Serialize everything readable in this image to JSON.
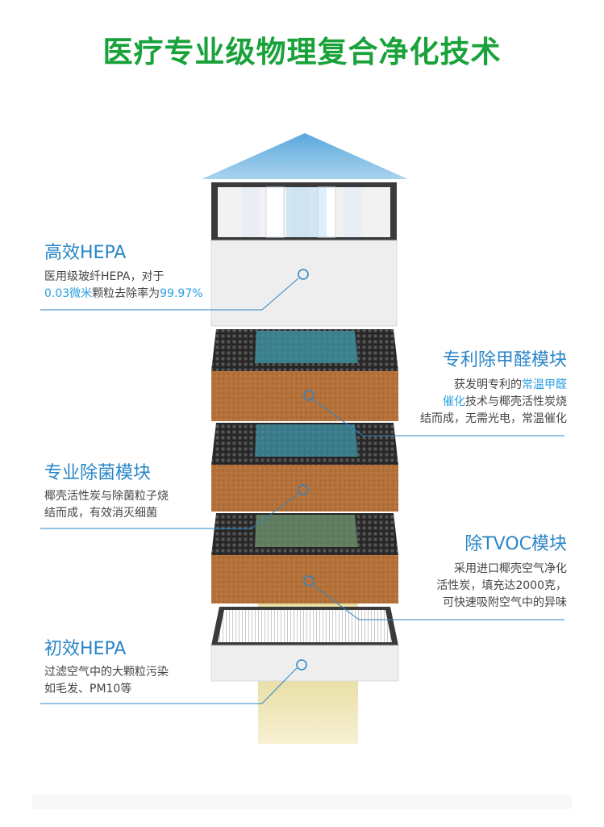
{
  "title": "医疗专业级物理复合净化技术",
  "layers": [
    {
      "label": "高效HEPA",
      "desc_line1_pre": "医用级玻纤HEPA，对于",
      "desc_line2_hl1": "0.03微米",
      "desc_line2_mid": "颗粒去除率为",
      "desc_line2_hl2": "99.97%"
    },
    {
      "label": "专利除甲醛模块",
      "desc_line1_pre": "获发明专利的",
      "desc_line1_hl": "常温甲醛",
      "desc_line2_hl": "催化",
      "desc_line2_post": "技术与椰壳活性炭烧",
      "desc_line3": "结而成，无需光电，常温催化"
    },
    {
      "label": "专业除菌模块",
      "desc_line1": "椰壳活性炭与除菌粒子烧",
      "desc_line2": "结而成，有效消灭细菌"
    },
    {
      "label": "除TVOC模块",
      "desc_line1": "采用进口椰壳空气净化",
      "desc_line2": "活性炭，填充达2000克，",
      "desc_line3": "可快速吸附空气中的异味"
    },
    {
      "label": "初效HEPA",
      "desc_line1": "过滤空气中的大颗粒污染",
      "desc_line2": "如毛发、PM10等"
    }
  ],
  "colors": {
    "title_green": "#1aa23a",
    "label_blue": "#2a86c8",
    "highlight_blue": "#2a9fe0",
    "carbon_brown": "#b9733c",
    "mesh_dark": "#2c2c2c",
    "arrow_blue": "#6ab2e0"
  }
}
